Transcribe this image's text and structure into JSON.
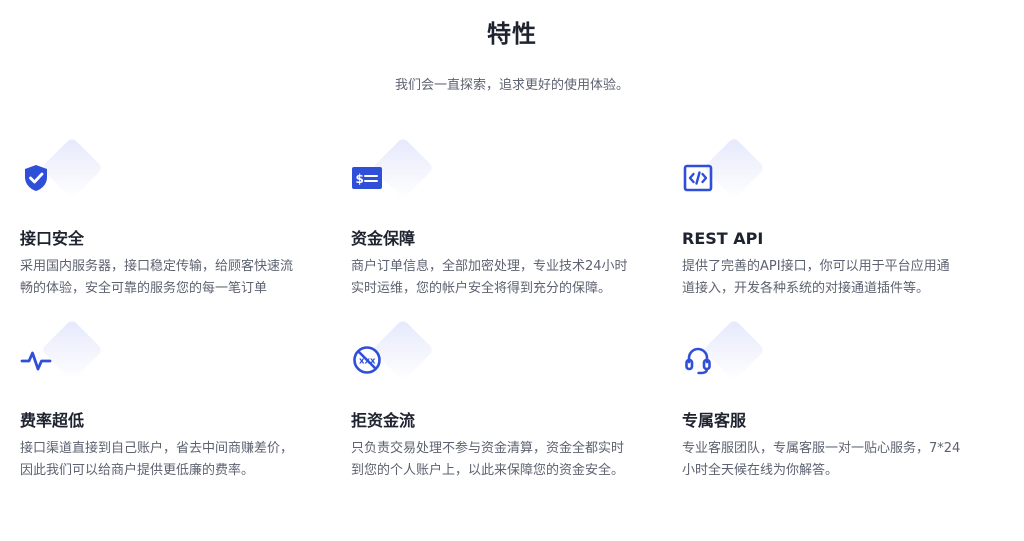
{
  "header": {
    "title": "特性",
    "subtitle": "我们会一直探索，追求更好的使用体验。"
  },
  "features": [
    {
      "icon": "shield-check-icon",
      "title": "接口安全",
      "description_lines": [
        "采用国内服务器，接口稳定传输，给顾客快速流",
        "畅的体验，安全可靠的服务您的每一笔订单"
      ]
    },
    {
      "icon": "card-icon",
      "title": "资金保障",
      "description_lines": [
        "商户订单信息，全部加密处理，专业技术24小时",
        "实时运维，您的帐户安全将得到充分的保障。"
      ]
    },
    {
      "icon": "code-icon",
      "title": "REST API",
      "description_lines": [
        "提供了完善的API接口，你可以用于平台应用通",
        "道接入，开发各种系统的对接通道插件等。"
      ]
    },
    {
      "icon": "pulse-icon",
      "title": "费率超低",
      "description_lines": [
        "接口渠道直接到自己账户，省去中间商赚差价，",
        "因此我们可以给商户提供更低廉的费率。"
      ]
    },
    {
      "icon": "no-xxx-icon",
      "title": "拒资金流",
      "description_lines": [
        "只负责交易处理不参与资金清算，资金全都实时",
        "到您的个人账户上，以此来保障您的资金安全。"
      ]
    },
    {
      "icon": "headset-icon",
      "title": "专属客服",
      "description_lines": [
        "专业客服团队，专属客服一对一贴心服务，7*24",
        "小时全天候在线为你解答。"
      ]
    }
  ],
  "colors": {
    "accent": "#2f4fd8",
    "title": "#1f2330",
    "text": "#5d6270"
  }
}
